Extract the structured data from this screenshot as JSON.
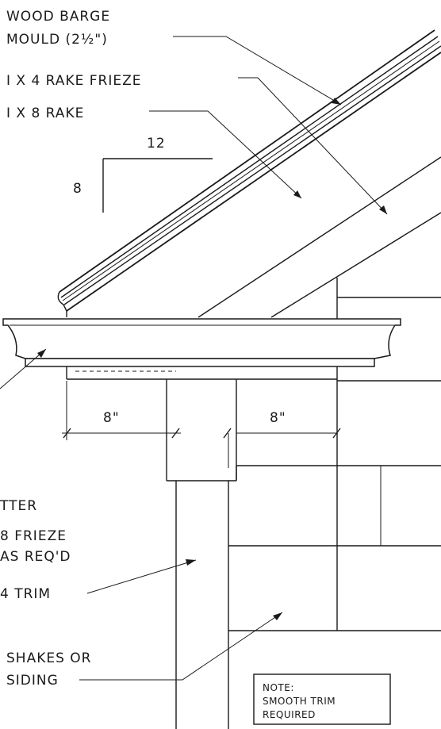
{
  "labels": {
    "barge_mould_1": "WOOD BARGE",
    "barge_mould_2": "MOULD (2½\")",
    "rake_frieze": "I X 4 RAKE FRIEZE",
    "rake": "I X 8 RAKE",
    "slope_run": "12",
    "slope_rise": "8",
    "dim_left": "8\"",
    "dim_right": "8\"",
    "gutter": "TTER",
    "frieze_1": "8 FRIEZE",
    "frieze_2": "AS REQ'D",
    "trim": "4 TRIM",
    "shakes_1": "SHAKES OR",
    "shakes_2": "SIDING"
  },
  "note": {
    "line1": "NOTE:",
    "line2": "SMOOTH TRIM",
    "line3": "REQUIRED"
  },
  "colors": {
    "ink": "#1a1a1a",
    "paper": "#ffffff"
  }
}
